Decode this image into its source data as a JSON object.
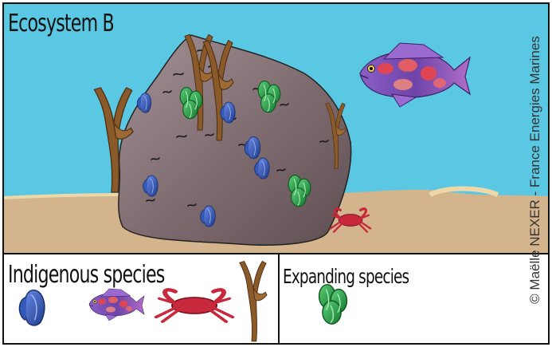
{
  "scene": {
    "title": "Ecosystem B",
    "colors": {
      "water": "#5bc8e3",
      "sand": "#d4b48c",
      "rock": "#7d6a6e",
      "mussel": "#3f63c0",
      "green_mussel": "#2fa84a",
      "kelp": "#8b5a2b",
      "crab": "#c8283c",
      "fish": "#7d52b8"
    }
  },
  "legend": {
    "indigenous": {
      "title": "Indigenous species",
      "icons": [
        "blue-mussel-icon",
        "fish-icon",
        "crab-icon",
        "kelp-icon"
      ]
    },
    "expanding": {
      "title": "Expanding species",
      "icons": [
        "green-mussel-icon"
      ]
    }
  },
  "credit": "© Maëlle NEXER - France Energies Marines"
}
